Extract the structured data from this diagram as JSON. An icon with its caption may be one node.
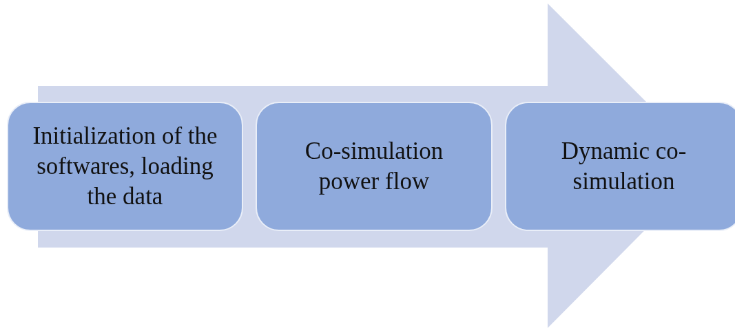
{
  "diagram": {
    "nodes": [
      {
        "text": [
          "Initialization of the softwares, loading the data"
        ]
      },
      {
        "text": [
          "Co-simulation power flow"
        ]
      },
      {
        "text": [
          "Dynamic co-simulation"
        ]
      }
    ],
    "edges": [
      {
        "from": 0,
        "to": 2,
        "arrow": "to"
      }
    ]
  }
}
